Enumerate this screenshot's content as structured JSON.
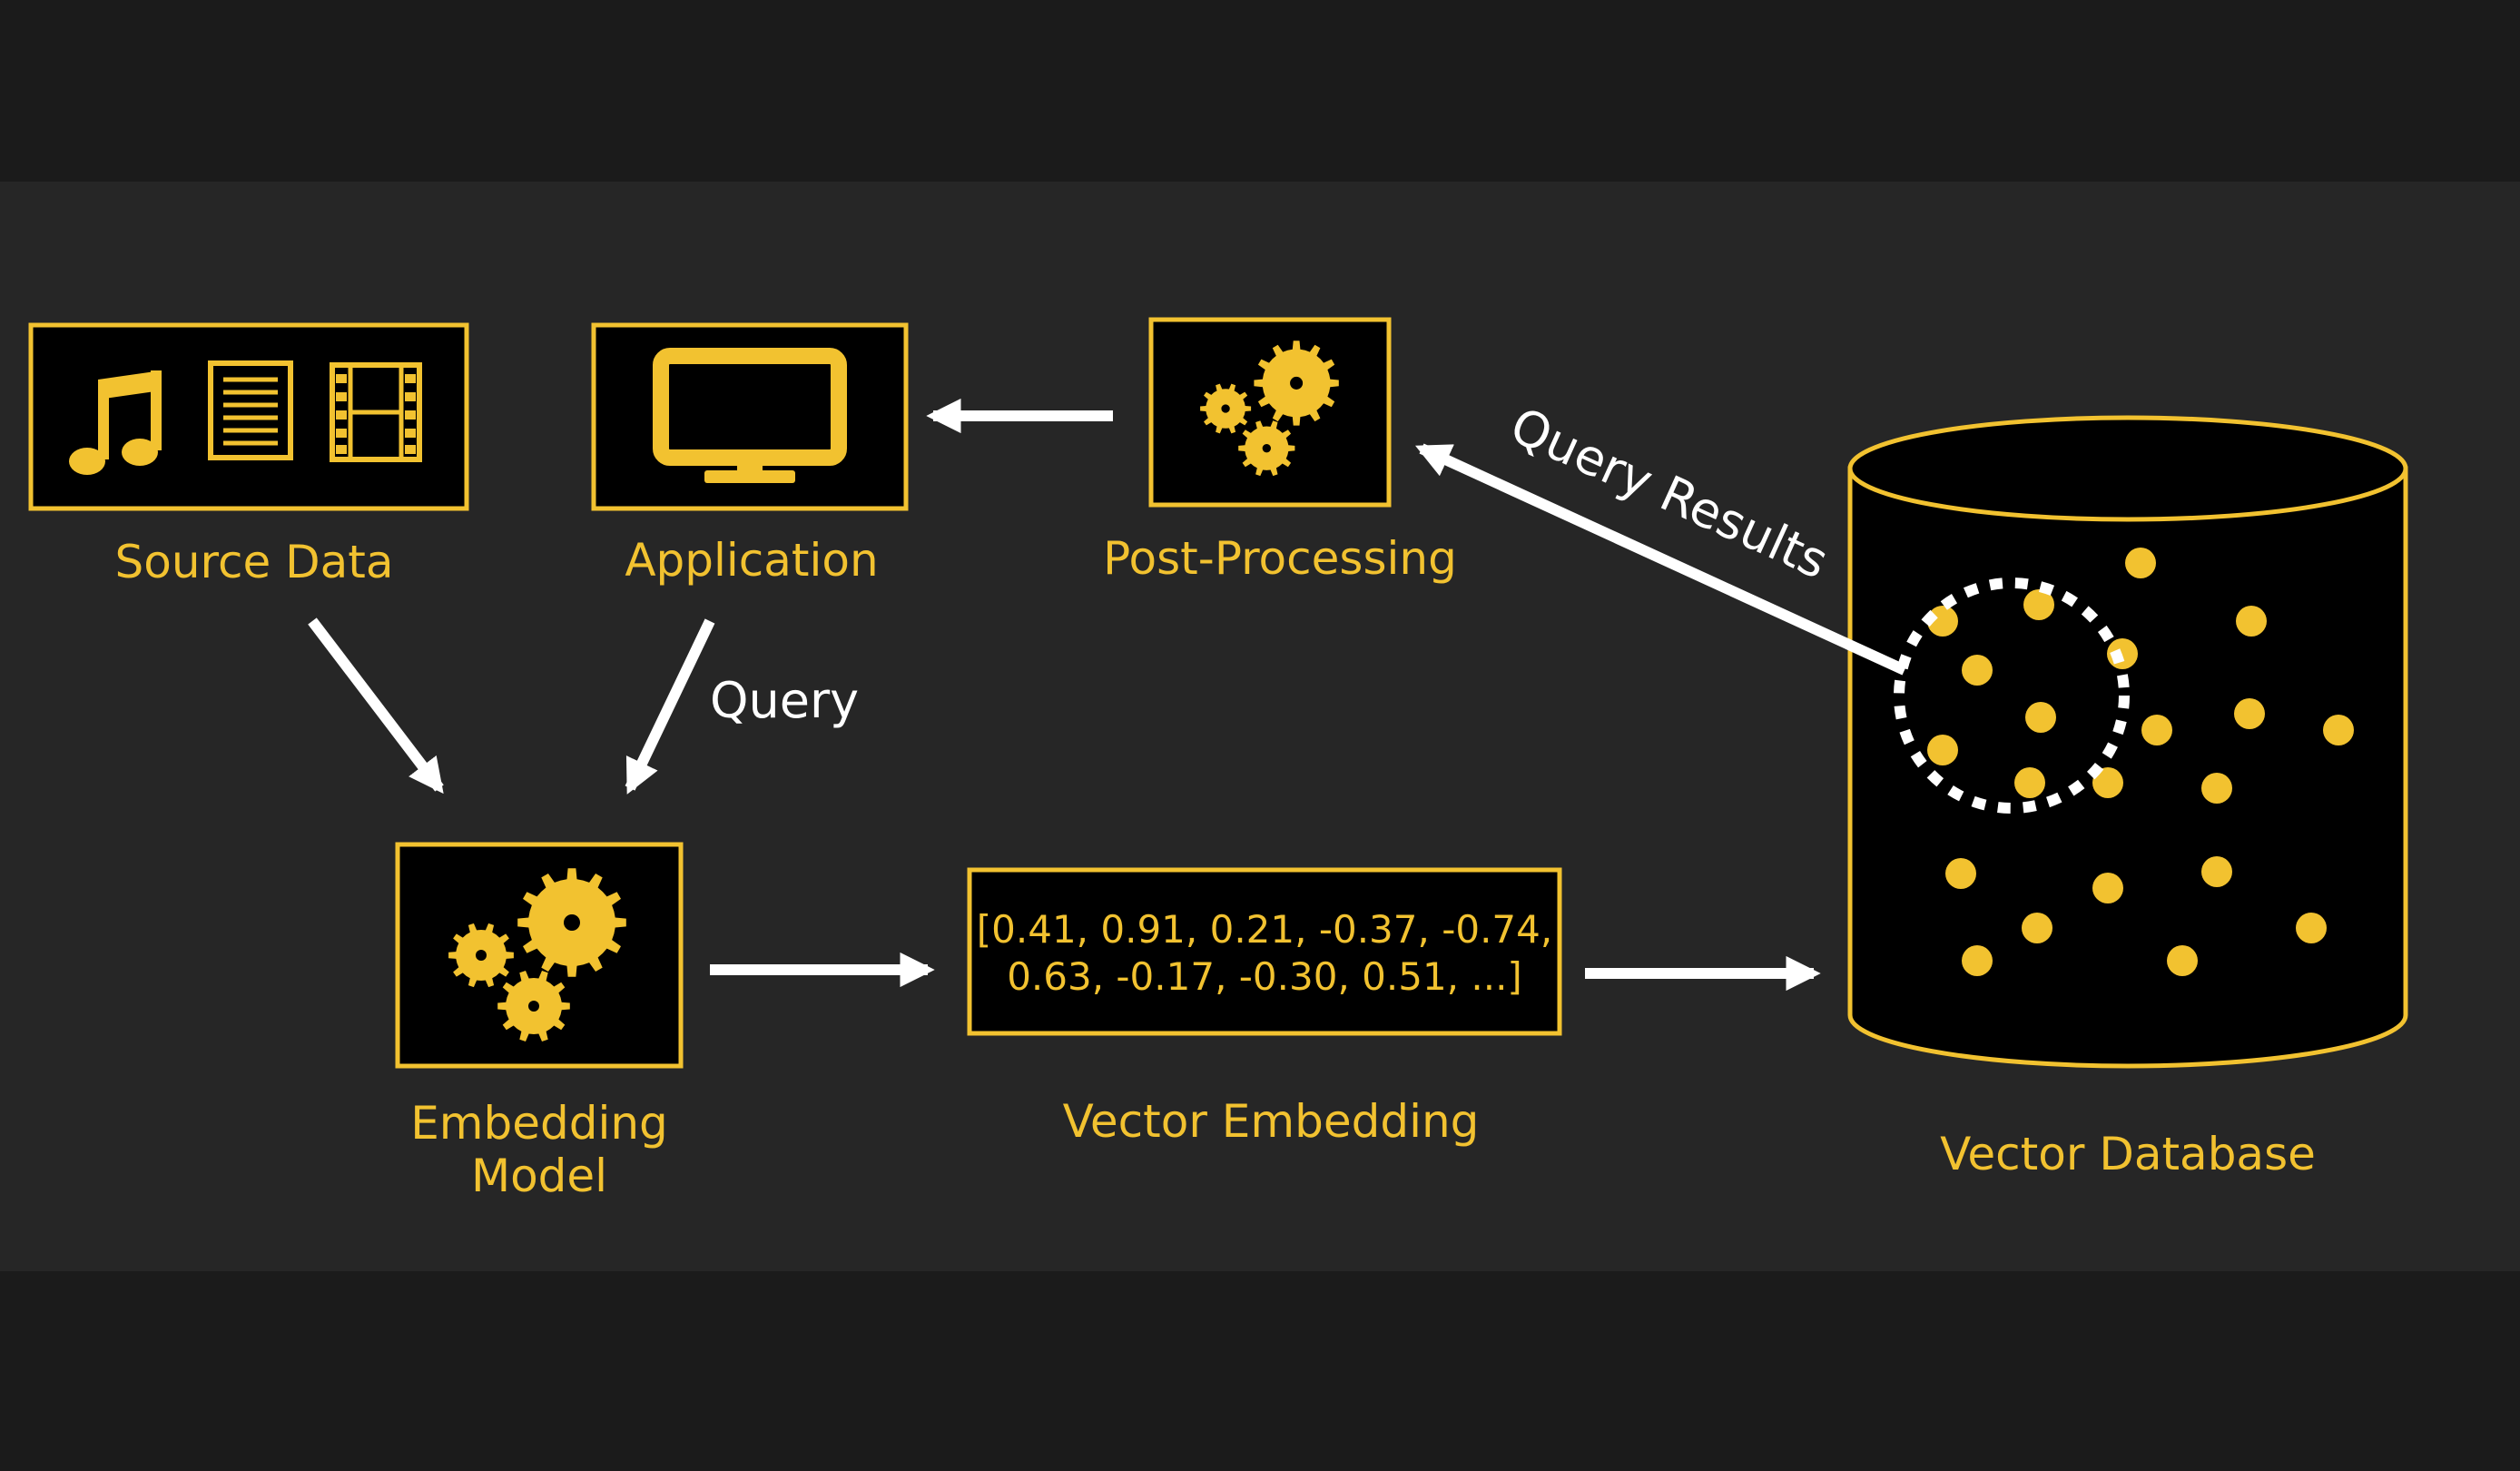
{
  "colors": {
    "accent": "#f2c230",
    "arrow": "#ffffff",
    "background": "#262626",
    "box_fill": "#000000"
  },
  "icons": {
    "source_data": [
      "music-note-icon",
      "document-icon",
      "film-strip-icon"
    ],
    "application": "monitor-icon",
    "post_processing": "gears-icon",
    "embedding_model": "gears-icon"
  },
  "nodes": {
    "source_data": {
      "label": "Source Data"
    },
    "application": {
      "label": "Application"
    },
    "post_processing": {
      "label": "Post-Processing"
    },
    "embedding_model": {
      "label_line1": "Embedding",
      "label_line2": "Model"
    },
    "vector_embedding": {
      "label": "Vector Embedding",
      "line1": "[0.41, 0.91, 0.21, -0.37, -0.74,",
      "line2": "0.63, -0.17, -0.30, 0.51, ...]"
    },
    "vector_database": {
      "label": "Vector Database"
    }
  },
  "edges": {
    "query": {
      "label": "Query"
    },
    "query_results": {
      "label": "Query Results"
    }
  }
}
